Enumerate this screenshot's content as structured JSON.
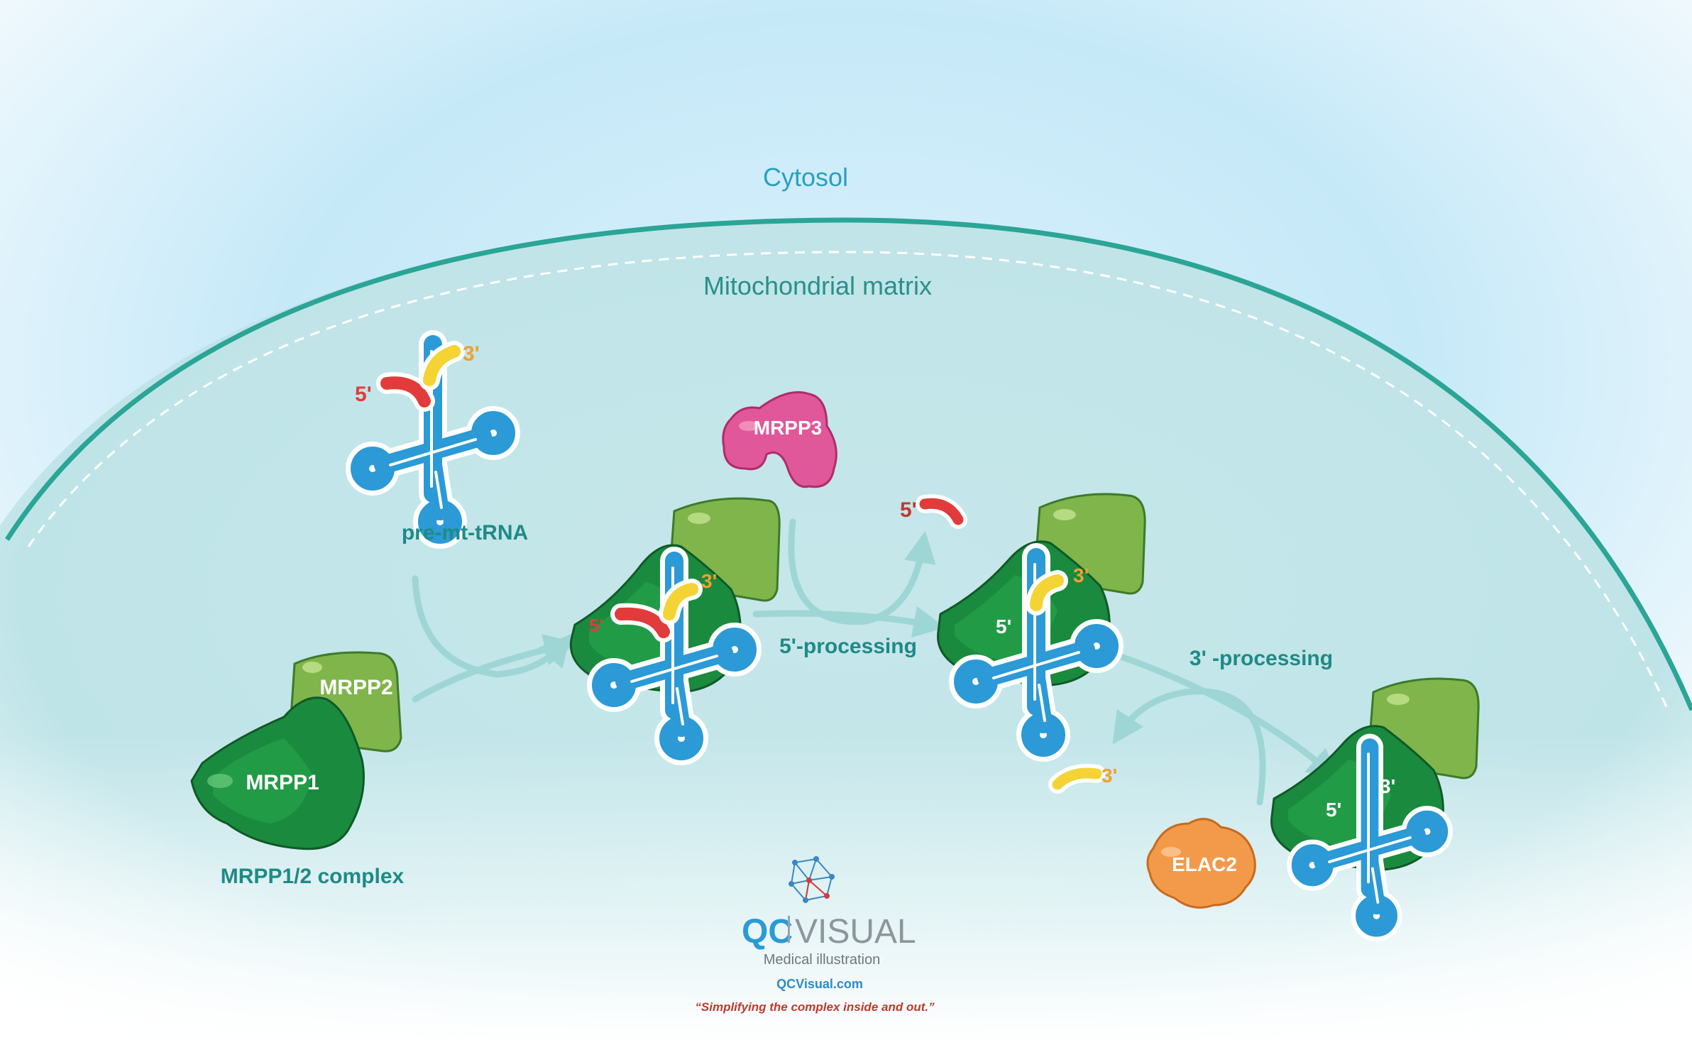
{
  "regions": {
    "cytosol": "Cytosol",
    "matrix": "Mitochondrial matrix"
  },
  "molecules": {
    "pre_trna": "pre-mt-tRNA",
    "mrpp1": "MRPP1",
    "mrpp2": "MRPP2",
    "mrpp3": "MRPP3",
    "elac2": "ELAC2",
    "complex": "MRPP1/2 complex"
  },
  "steps": {
    "five_processing": "5'-processing",
    "three_processing": "3' -processing"
  },
  "ends": {
    "five": "5'",
    "three": "3'"
  },
  "branding": {
    "logo_qc": "QC",
    "logo_visual": "VISUAL",
    "tagline": "Medical illustration",
    "url": "QCVisual.com",
    "slogan": "“Simplifying the complex inside and out.”"
  },
  "colors": {
    "trna": "#2b9ad6",
    "five_end": "#e23b3b",
    "three_end": "#f4d435",
    "mrpp1": "#1e9b45",
    "mrpp2": "#8cc04a",
    "mrpp3": "#e0579a",
    "elac2": "#f29a4a",
    "membrane": "#2aa596",
    "label": "#1f8a86"
  }
}
